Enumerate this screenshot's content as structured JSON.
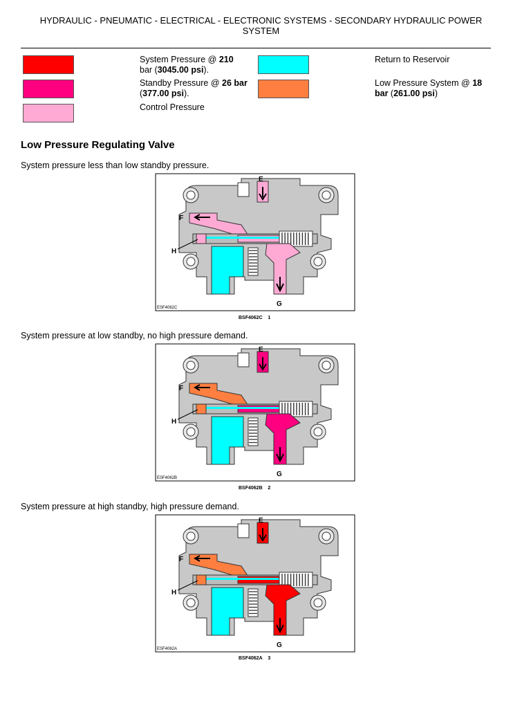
{
  "header": {
    "line1": "HYDRAULIC - PNEUMATIC - ELECTRICAL - ELECTRONIC SYSTEMS - SECONDARY HYDRAULIC POWER",
    "line2": "SYSTEM"
  },
  "legend": {
    "system_pressure": {
      "color": "#ff0000",
      "text": "System Pressure @ ",
      "bold1": "210",
      "mid": " bar (",
      "bold2": "3045.00 psi",
      "end": ")."
    },
    "standby_pressure": {
      "color": "#ff0080",
      "text": "Standby Pressure @ ",
      "bold1": "26 bar",
      "mid": " (",
      "bold2": "377.00 psi",
      "end": ")."
    },
    "control_pressure": {
      "color": "#ffaad4",
      "text": "Control Pressure"
    },
    "return_reservoir": {
      "color": "#00ffff",
      "text": "Return to Reservoir"
    },
    "low_pressure": {
      "color": "#ff7f40",
      "text": "Low Pressure System @ ",
      "bold1": "18",
      "mid": " bar (",
      "bold2": "261.00 psi",
      "end": ")"
    }
  },
  "section_title": "Low Pressure Regulating Valve",
  "figures": [
    {
      "caption": "System pressure less than low standby pressure.",
      "label": "ESF4062C",
      "code": "BSF4062C",
      "num": "1",
      "e_color": "#ffaad4",
      "g_color": "#ffaad4",
      "f_color": "#ffaad4",
      "spool_color": "#ffaad4",
      "lower_color": "#ffaad4",
      "lower_right_color": "#ffaad4"
    },
    {
      "caption": "System pressure at low standby, no high pressure demand.",
      "label": "ESF4062B",
      "code": "BSF4062B",
      "num": "2",
      "e_color": "#ff0080",
      "g_color": "#ff0080",
      "f_color": "#ff7f40",
      "spool_color": "#ff0080",
      "lower_color": "#ff7f40",
      "lower_right_color": "#ff0080"
    },
    {
      "caption": "System pressure at high standby, high pressure demand.",
      "label": "ESF4062A",
      "code": "BSF4062A",
      "num": "3",
      "e_color": "#ff0000",
      "g_color": "#ff0000",
      "f_color": "#ff7f40",
      "spool_color": "#ff0000",
      "lower_color": "#ff7f40",
      "lower_right_color": "#ff0000"
    }
  ],
  "ports": {
    "e": "E",
    "f": "F",
    "g": "G",
    "h": "H"
  }
}
